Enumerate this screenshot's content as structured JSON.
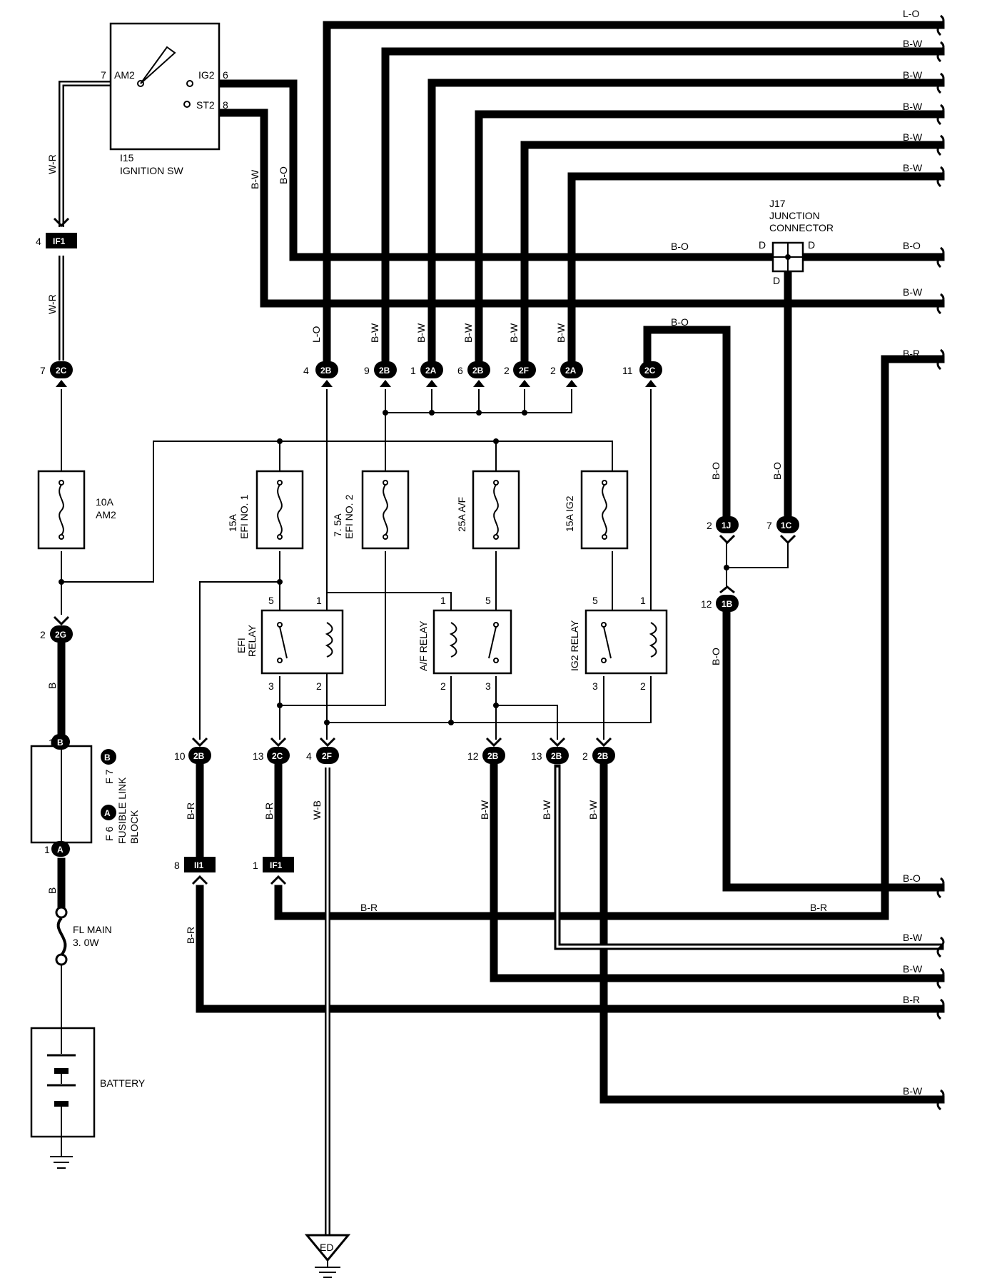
{
  "ignition": {
    "id": "I15",
    "name": "IGNITION SW",
    "pin_am2": "7",
    "label_am2": "AM2",
    "pin_ig2": "6",
    "label_ig2": "IG2",
    "pin_st2": "8",
    "label_st2": "ST2"
  },
  "wires": {
    "wr": "W-R",
    "bw": "B-W",
    "bo": "B-O",
    "lo": "L-O",
    "br": "B-R",
    "wb": "W-B",
    "b": "B"
  },
  "right_labels": {
    "r1": "L-O",
    "r2": "B-W",
    "r3": "B-W",
    "r4": "B-W",
    "r5": "B-W",
    "r6": "B-W",
    "r7": "B-O",
    "r8": "B-W",
    "r9": "B-R",
    "r10": "B-O",
    "r11": "B-W",
    "r12": "B-W",
    "r13": "B-R",
    "r14": "B-W"
  },
  "junction": {
    "id": "J17",
    "line1": "JUNCTION",
    "line2": "CONNECTOR",
    "pin": "D",
    "wire_label": "B-O"
  },
  "connectors": {
    "if1_top": {
      "pin": "4",
      "name": "IF1"
    },
    "c2c_left": {
      "pin": "7",
      "name": "2C"
    },
    "c2b_lo": {
      "pin": "4",
      "name": "2B"
    },
    "c2b_9": {
      "pin": "9",
      "name": "2B"
    },
    "c2a_1": {
      "pin": "1",
      "name": "2A"
    },
    "c2b_6": {
      "pin": "6",
      "name": "2B"
    },
    "c2f_2": {
      "pin": "2",
      "name": "2F"
    },
    "c2a_2": {
      "pin": "2",
      "name": "2A"
    },
    "c2c_11": {
      "pin": "11",
      "name": "2C"
    },
    "c1j": {
      "pin": "2",
      "name": "1J"
    },
    "c1c": {
      "pin": "7",
      "name": "1C"
    },
    "c1b": {
      "pin": "12",
      "name": "1B"
    },
    "c2g": {
      "pin": "2",
      "name": "2G"
    },
    "c2b_10": {
      "pin": "10",
      "name": "2B"
    },
    "c2c_13": {
      "pin": "13",
      "name": "2C"
    },
    "c2f_4": {
      "pin": "4",
      "name": "2F"
    },
    "c2b_12": {
      "pin": "12",
      "name": "2B"
    },
    "c2b_13": {
      "pin": "13",
      "name": "2B"
    },
    "c2b_2": {
      "pin": "2",
      "name": "2B"
    },
    "ii1": {
      "pin": "8",
      "name": "II1"
    },
    "if1_bot": {
      "pin": "1",
      "name": "IF1"
    },
    "flb_b": {
      "pin": "1",
      "name": "B"
    },
    "flb_a": {
      "pin": "1",
      "name": "A"
    }
  },
  "fuses": {
    "am2": {
      "l1": "10A",
      "l2": "AM2"
    },
    "efi1": {
      "l1": "15A",
      "l2": "EFI NO. 1"
    },
    "efi2": {
      "l1": "7. 5A",
      "l2": "EFI NO. 2"
    },
    "af": {
      "l1": "25A A/F"
    },
    "ig2": {
      "l1": "15A IG2"
    }
  },
  "relays": {
    "efi": {
      "l1": "EFI",
      "l2": "RELAY",
      "p5": "5",
      "p1": "1",
      "p3": "3",
      "p2": "2"
    },
    "af": {
      "l1": "A/F RELAY",
      "p1": "1",
      "p5": "5",
      "p2": "2",
      "p3": "3"
    },
    "ig2": {
      "l1": "IG2 RELAY",
      "p5": "5",
      "p1": "1",
      "p3": "3",
      "p2": "2"
    }
  },
  "fusible": {
    "l1": "FUSIBLE LINK",
    "l2": "BLOCK",
    "f6": "F 6",
    "f7": "F 7",
    "badge_a": "A",
    "badge_b": "B"
  },
  "fl_main": {
    "l1": "FL MAIN",
    "l2": "3. 0W"
  },
  "battery": {
    "label": "BATTERY"
  },
  "ground": {
    "label": "ED"
  }
}
